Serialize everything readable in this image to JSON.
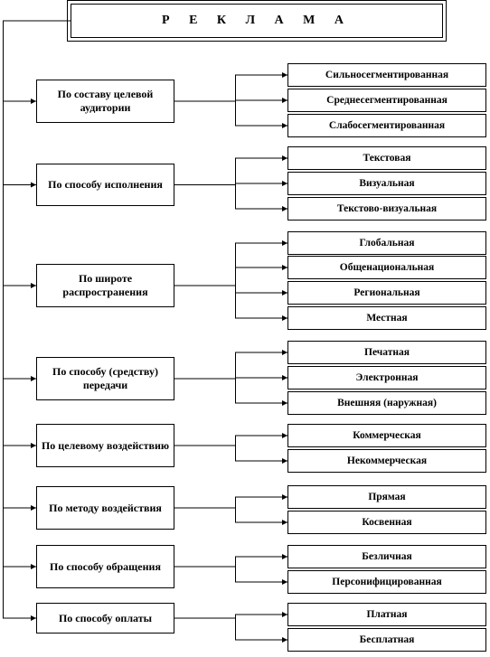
{
  "title": "Р Е К Л А М А",
  "categories": [
    {
      "label": "По составу целевой аудитории",
      "items": [
        "Сильносегментированная",
        "Среднесегментированная",
        "Слабосегментированная"
      ]
    },
    {
      "label": "По способу исполнения",
      "items": [
        "Текстовая",
        "Визуальная",
        "Текстово-визуальная"
      ]
    },
    {
      "label": "По широте распространения",
      "items": [
        "Глобальная",
        "Общенациональная",
        "Региональная",
        "Местная"
      ]
    },
    {
      "label": "По способу (средству) передачи",
      "items": [
        "Печатная",
        "Электронная",
        "Внешняя (наружная)"
      ]
    },
    {
      "label": "По целевому воздействию",
      "items": [
        "Коммерческая",
        "Некоммерческая"
      ]
    },
    {
      "label": "По методу воздействия",
      "items": [
        "Прямая",
        "Косвенная"
      ]
    },
    {
      "label": "По способу обращения",
      "items": [
        "Безличная",
        "Персонифицированная"
      ]
    },
    {
      "label": "По способу оплаты",
      "items": [
        "Платная",
        "Бесплатная"
      ]
    }
  ]
}
